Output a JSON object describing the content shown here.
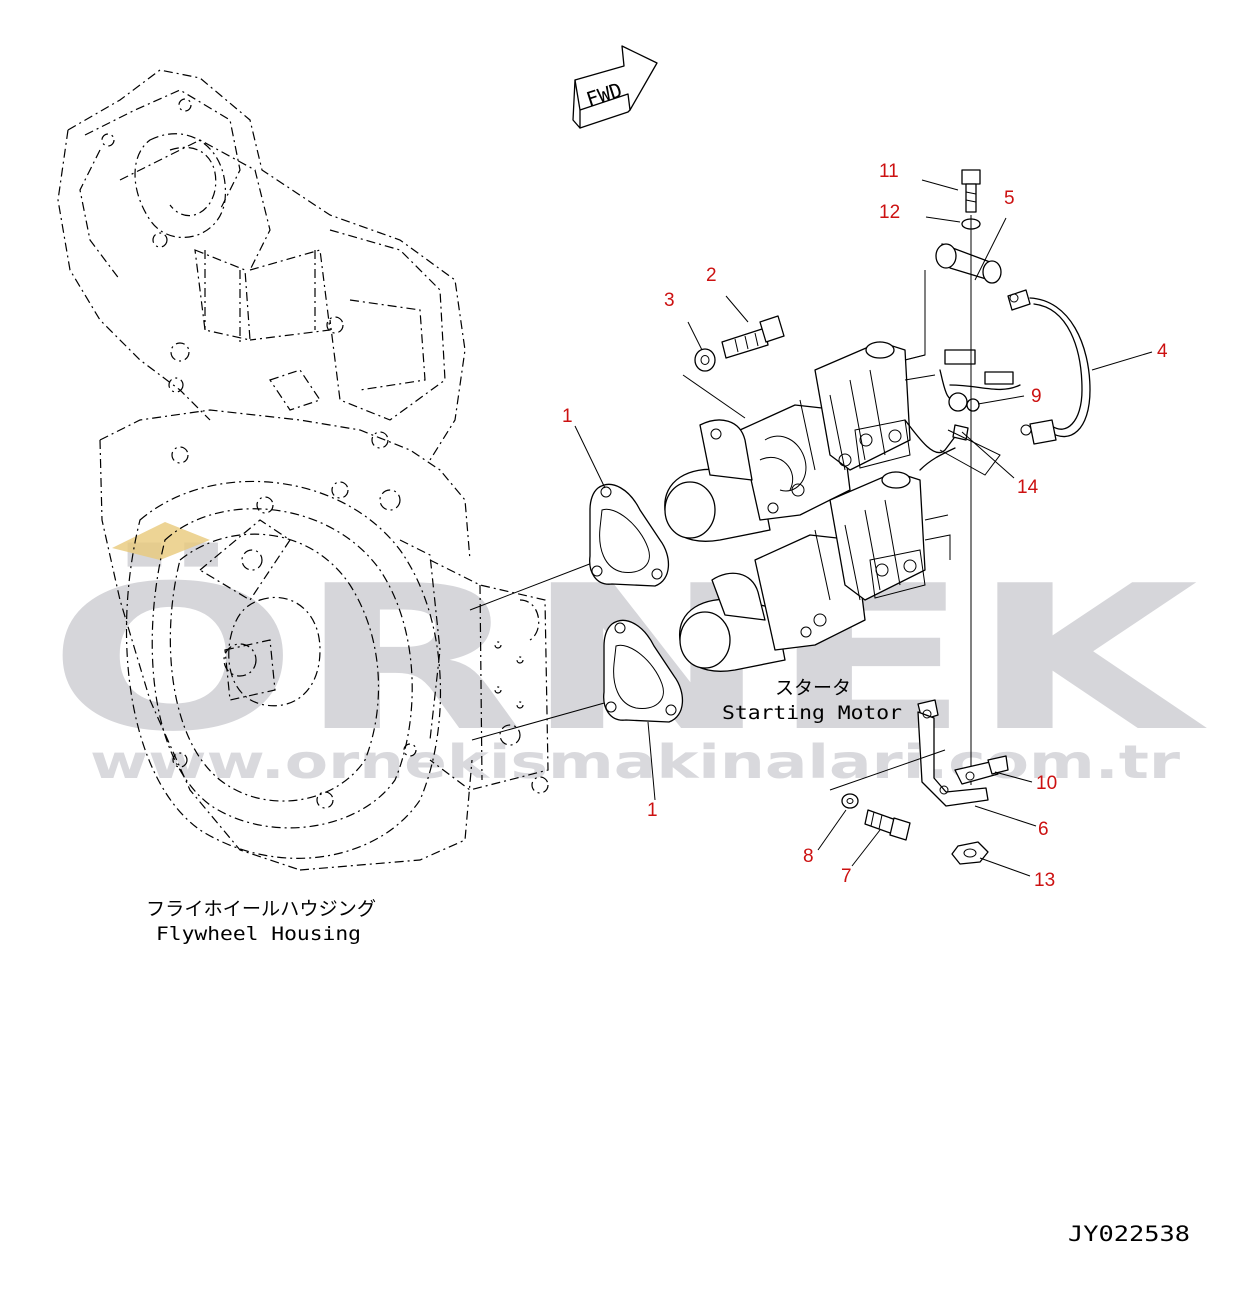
{
  "callouts": [
    {
      "id": "11",
      "label": "11"
    },
    {
      "id": "12",
      "label": "12"
    },
    {
      "id": "5",
      "label": "5"
    },
    {
      "id": "2",
      "label": "2"
    },
    {
      "id": "3",
      "label": "3"
    },
    {
      "id": "4",
      "label": "4"
    },
    {
      "id": "9",
      "label": "9"
    },
    {
      "id": "14",
      "label": "14"
    },
    {
      "id": "1a",
      "label": "1"
    },
    {
      "id": "1b",
      "label": "1"
    },
    {
      "id": "10",
      "label": "10"
    },
    {
      "id": "6",
      "label": "6"
    },
    {
      "id": "8",
      "label": "8"
    },
    {
      "id": "7",
      "label": "7"
    },
    {
      "id": "13",
      "label": "13"
    }
  ],
  "labels": {
    "fwd": "FWD",
    "starting_motor_jp": "スタータ",
    "starting_motor_en": "Starting Motor",
    "flywheel_housing_jp": "フライホイールハウジング",
    "flywheel_housing_en": "Flywheel Housing",
    "drawing_number": "JY022538"
  },
  "watermark": {
    "brand": "ÖRNEK",
    "url": "www.ornekismakinalari.com.tr"
  },
  "colors": {
    "callout": "#cc1111",
    "line": "#000000",
    "watermark": "#d6d6da",
    "watermark_accent": "#e8c97a"
  }
}
